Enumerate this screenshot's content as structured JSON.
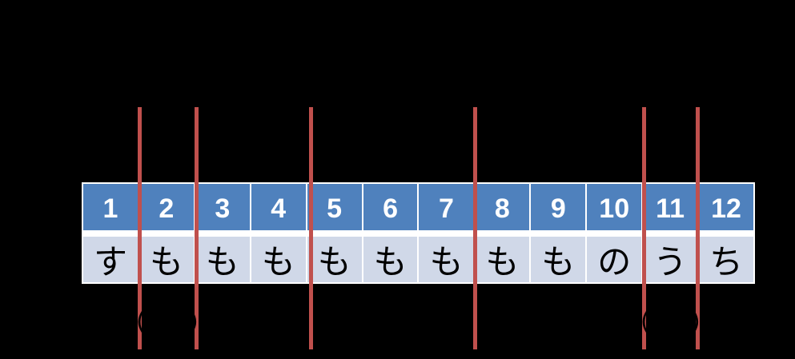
{
  "slide": {
    "background_color": "#000000"
  },
  "table": {
    "header_color": "#4F81BD",
    "row_color": "#D0D8E8",
    "border_color": "#FFFFFF",
    "number_text_color": "#FFFFFF",
    "char_text_color": "#000000",
    "cells": [
      {
        "num": "1",
        "char": "す"
      },
      {
        "num": "2",
        "char": "も"
      },
      {
        "num": "3",
        "char": "も"
      },
      {
        "num": "4",
        "char": "も"
      },
      {
        "num": "5",
        "char": "も"
      },
      {
        "num": "6",
        "char": "も"
      },
      {
        "num": "7",
        "char": "も"
      },
      {
        "num": "8",
        "char": "も"
      },
      {
        "num": "9",
        "char": "も"
      },
      {
        "num": "10",
        "char": "の"
      },
      {
        "num": "11",
        "char": "う"
      },
      {
        "num": "12",
        "char": "ち"
      }
    ]
  },
  "annotations": {
    "boundary_lines": {
      "color": "#C0504D",
      "after_cells": [
        1,
        2,
        4,
        7,
        10,
        11
      ]
    },
    "parentheses": [
      {
        "glyph": "("
      },
      {
        "glyph": ")"
      },
      {
        "glyph": "("
      },
      {
        "glyph": ")"
      }
    ]
  }
}
